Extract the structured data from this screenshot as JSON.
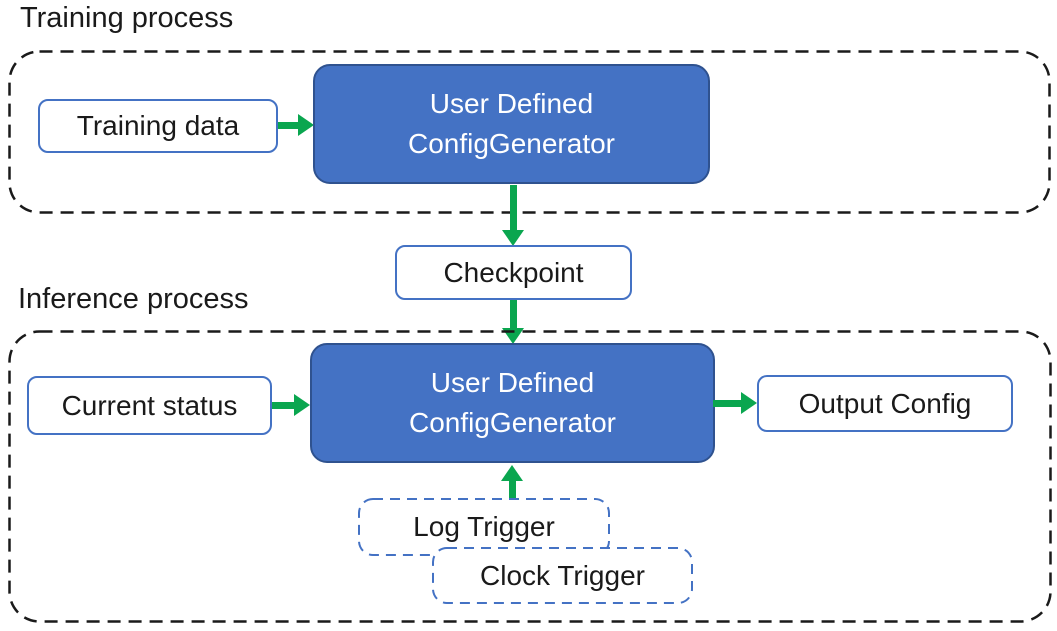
{
  "colors": {
    "box_blue_fill": "#4472C4",
    "box_blue_border": "#2F528F",
    "thin_border_blue": "#4472C4",
    "arrow_green": "#0AA64F",
    "dashed_container_black": "#1a1a1a",
    "text_black": "#1a1a1a",
    "text_white": "#ffffff"
  },
  "training": {
    "label": "Training process",
    "input_box": "Training data",
    "generator": {
      "line1": "User Defined",
      "line2": "ConfigGenerator"
    }
  },
  "checkpoint": {
    "label": "Checkpoint"
  },
  "inference": {
    "label": "Inference process",
    "input_box": "Current status",
    "generator": {
      "line1": "User Defined",
      "line2": "ConfigGenerator"
    },
    "output_box": "Output Config",
    "log_trigger": "Log Trigger",
    "clock_trigger": "Clock Trigger"
  }
}
